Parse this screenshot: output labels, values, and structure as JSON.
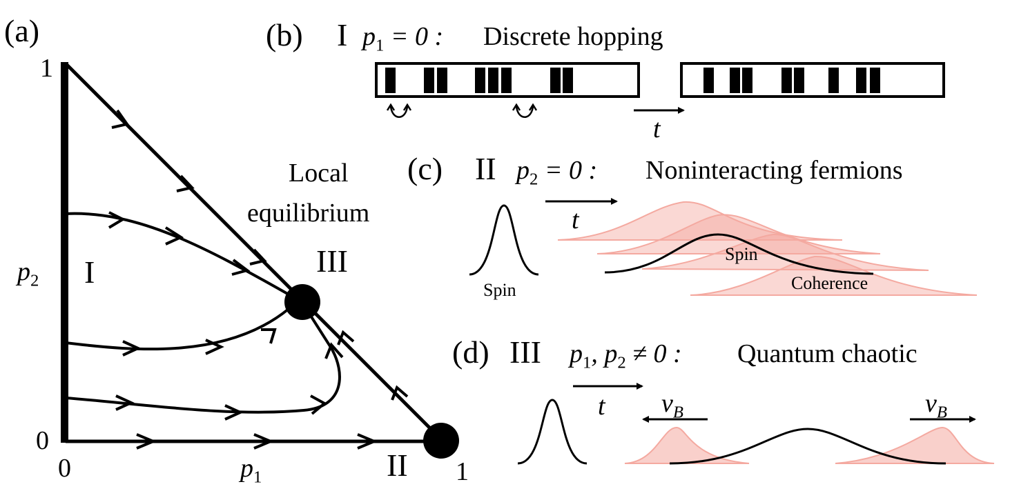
{
  "panel_a": {
    "label": "(a)",
    "y_top_tick": "1",
    "origin_tick": "0",
    "x_origin_tick": "0",
    "x_right_tick": "1",
    "x_axis_label": "p1",
    "y_axis_label": "p2",
    "region_I": "I",
    "region_II": "II",
    "region_III": "III",
    "fixed_point_caption_line1": "Local",
    "fixed_point_caption_line2": "equilibrium"
  },
  "panel_b": {
    "label": "(b)",
    "regime": "I",
    "condition": "p1 = 0 :",
    "description": "Discrete hopping",
    "time_label": "t"
  },
  "panel_c": {
    "label": "(c)",
    "regime": "II",
    "condition": "p2 = 0 :",
    "description": "Noninteracting fermions",
    "time_label": "t",
    "initial_label": "Spin",
    "spin_label": "Spin",
    "coherence_label": "Coherence"
  },
  "panel_d": {
    "label": "(d)",
    "regime": "III",
    "condition": "p1, p2 ≠ 0 :",
    "description": "Quantum chaotic",
    "time_label": "t",
    "velocity_left": "vB",
    "velocity_right": "vB"
  },
  "colors": {
    "ink": "#000000",
    "shade": "#f4a9a0"
  }
}
